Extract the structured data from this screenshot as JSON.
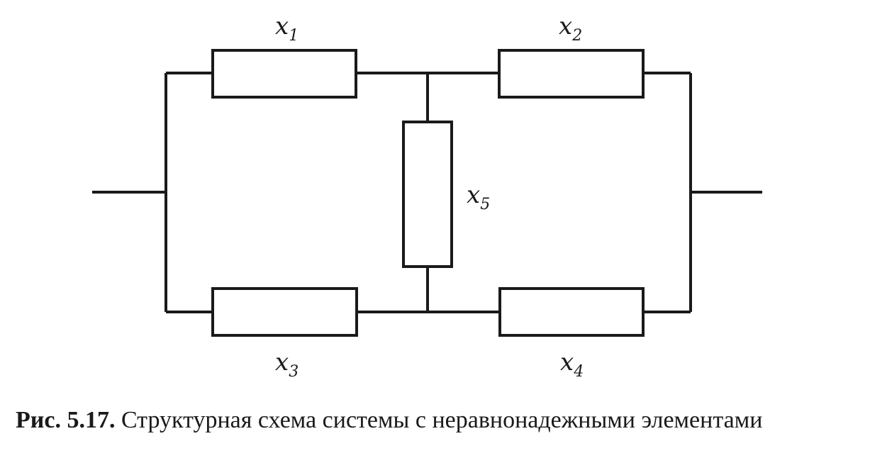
{
  "diagram": {
    "elements": [
      {
        "id": "x1",
        "base": "x",
        "sub": "1"
      },
      {
        "id": "x2",
        "base": "x",
        "sub": "2"
      },
      {
        "id": "x3",
        "base": "x",
        "sub": "3"
      },
      {
        "id": "x4",
        "base": "x",
        "sub": "4"
      },
      {
        "id": "x5",
        "base": "x",
        "sub": "5"
      }
    ]
  },
  "caption": {
    "number": "Рис. 5.17.",
    "text": "Структурная схема системы с неравнонадежными элементами"
  }
}
